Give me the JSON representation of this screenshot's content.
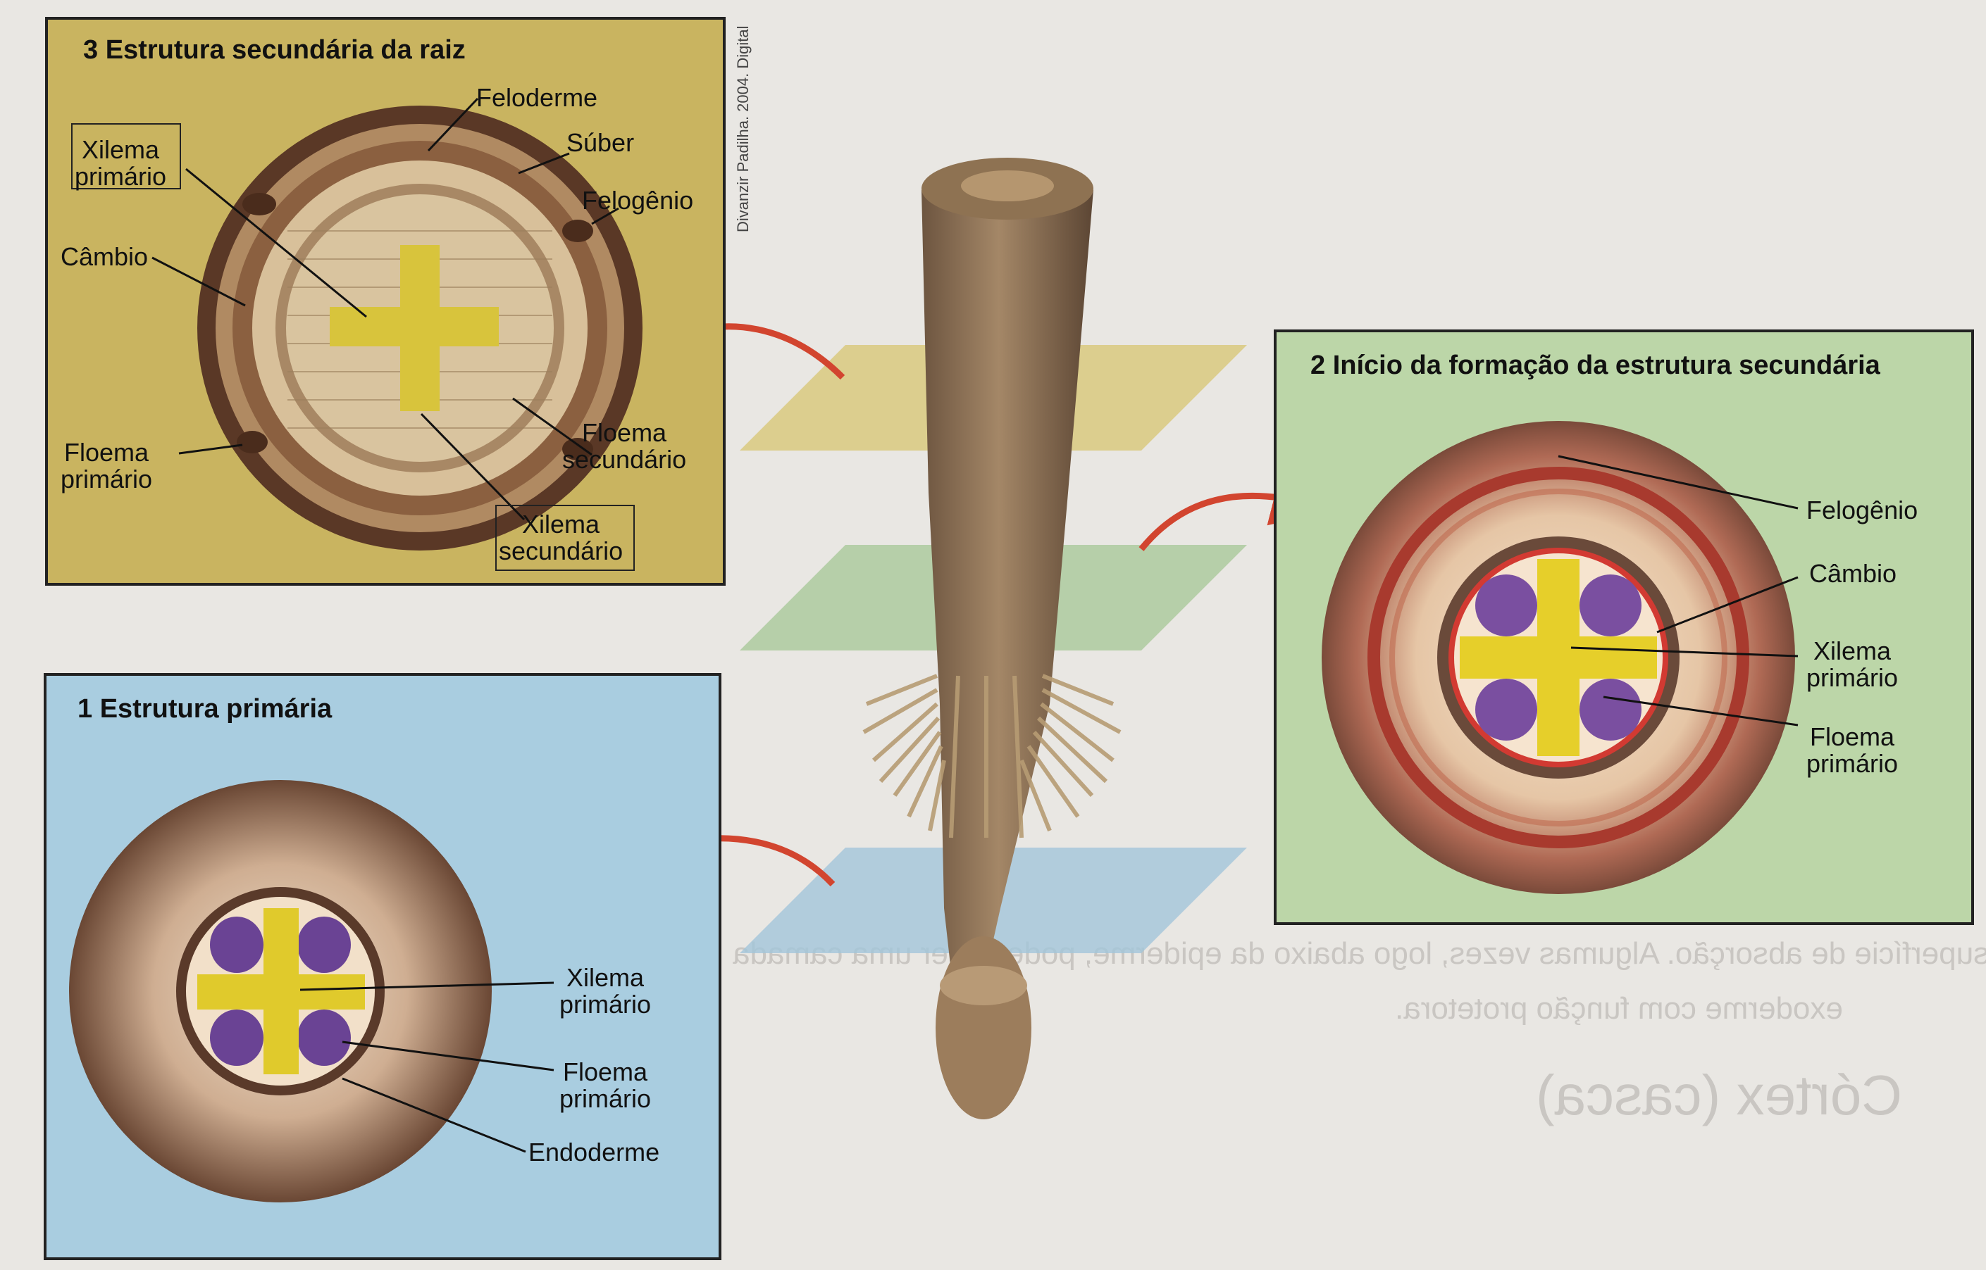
{
  "panels": {
    "p3": {
      "title": "3 Estrutura secundária da raiz",
      "labels": {
        "feloderme": "Feloderme",
        "suber": "Súber",
        "felogenio": "Felogênio",
        "xilema_primario": "Xilema\nprimário",
        "cambio": "Câmbio",
        "floema_secundario": "Floema\nsecundário",
        "floema_primario": "Floema\nprimário",
        "xilema_secundario": "Xilema\nsecundário"
      }
    },
    "p2": {
      "title": "2 Início da formação da estrutura secundária",
      "labels": {
        "felogenio": "Felogênio",
        "cambio": "Câmbio",
        "xilema_primario": "Xilema\nprimário",
        "floema_primario": "Floema\nprimário"
      }
    },
    "p1": {
      "title": "1 Estrutura primária",
      "labels": {
        "xilema_primario": "Xilema\nprimário",
        "floema_primario": "Floema\nprimário",
        "endoderme": "Endoderme"
      }
    }
  },
  "credit": "Divanzir Padilha. 2004. Digital",
  "colors": {
    "panel3": "#c9b460",
    "panel2": "#bcd6a8",
    "panel1": "#a9cde0",
    "arrow": "#d2452f",
    "xylem": "#e6cf2a",
    "phloem": "#7a4fa0"
  },
  "background_text": [
    "Córtex (casca)",
    "a superfície de absorção. Algumas vezes, logo abaixo da epiderme, pode haver uma camada",
    "exoderme com função protetora."
  ]
}
